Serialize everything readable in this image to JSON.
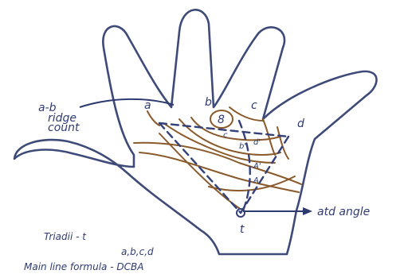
{
  "labels": {
    "ab_ridge": [
      "a-b",
      "ridge",
      "count"
    ],
    "digit_a": "a",
    "digit_b": "b",
    "digit_c": "c",
    "digit_d": "d",
    "loop": "8",
    "sub_c": "c",
    "sub_b": "b'",
    "sub_d": "d'",
    "sub_a1": "A'",
    "sub_a2": "A",
    "triradius_t": "t",
    "atd_angle": "atd angle"
  },
  "legend": {
    "triadii": "Triadii  - t",
    "points": "a,b,c,d",
    "main_line": "Main line formula -  DCBA"
  },
  "colors": {
    "ink": "#2f3b72",
    "crease": "#8a5a2b"
  }
}
